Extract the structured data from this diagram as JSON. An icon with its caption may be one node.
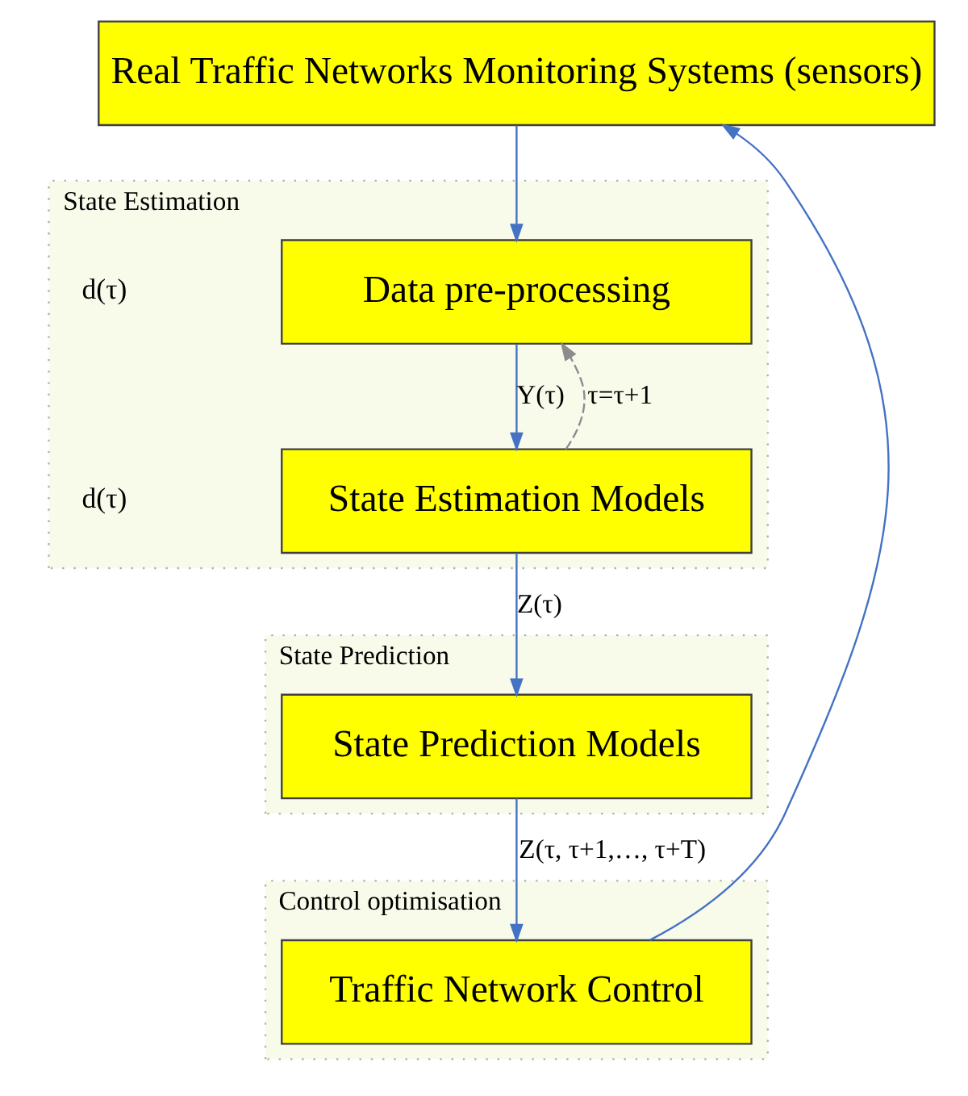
{
  "diagram": {
    "nodes": [
      {
        "text": [
          "Real Traffic Networks Monitoring Systems (sensors)"
        ]
      },
      {
        "text": [
          "State Estimation"
        ]
      },
      {
        "text": [
          "Data pre-processing"
        ],
        "in": 1
      },
      {
        "text": [
          "State Estimation Models"
        ],
        "in": 1
      },
      {
        "text": [
          "State Prediction"
        ]
      },
      {
        "text": [
          "State Prediction Models"
        ],
        "in": 4
      },
      {
        "text": [
          "Control optimisation"
        ]
      },
      {
        "text": [
          "Traffic Network Control"
        ],
        "in": 6
      }
    ],
    "edges": [
      {
        "from": 0,
        "to": 2,
        "arrow": "to"
      },
      {
        "from": 2,
        "to": 3,
        "arrow": "to",
        "label": "Y(τ)"
      },
      {
        "from": 3,
        "to": 2,
        "arrow": "to",
        "label": "τ=τ+1",
        "style": "dashed",
        "color": "#8c8c8c"
      },
      {
        "from": 3,
        "to": 5,
        "arrow": "to",
        "label": "Z(τ)"
      },
      {
        "from": 5,
        "to": 7,
        "arrow": "to",
        "label": "Z(τ, τ+1,…, τ+T)"
      },
      {
        "from": 7,
        "to": 0,
        "arrow": "to"
      }
    ],
    "labels": [
      "d(τ)",
      "d(τ)"
    ]
  }
}
